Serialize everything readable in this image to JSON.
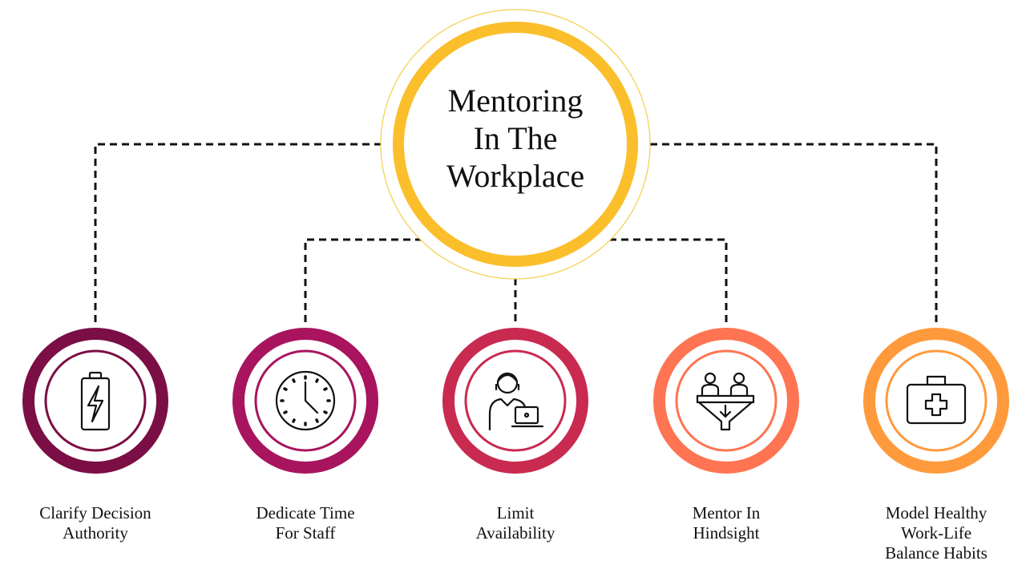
{
  "title_lines": [
    "Mentoring",
    "In The",
    "Workplace"
  ],
  "center_color": "#FBBF2C",
  "items": [
    {
      "label_lines": [
        "Clarify Decision",
        "Authority"
      ],
      "color": "#7A0E45",
      "icon": "battery-icon"
    },
    {
      "label_lines": [
        "Dedicate Time",
        "For Staff"
      ],
      "color": "#A8145E",
      "icon": "clock-icon"
    },
    {
      "label_lines": [
        "Limit",
        "Availability"
      ],
      "color": "#C92A50",
      "icon": "person-laptop-icon"
    },
    {
      "label_lines": [
        "Mentor In",
        "Hindsight"
      ],
      "color": "#FF7452",
      "icon": "funnel-people-icon"
    },
    {
      "label_lines": [
        "Model Healthy",
        "Work-Life",
        "Balance Habits"
      ],
      "color": "#FF9A3C",
      "icon": "first-aid-kit-icon"
    }
  ]
}
